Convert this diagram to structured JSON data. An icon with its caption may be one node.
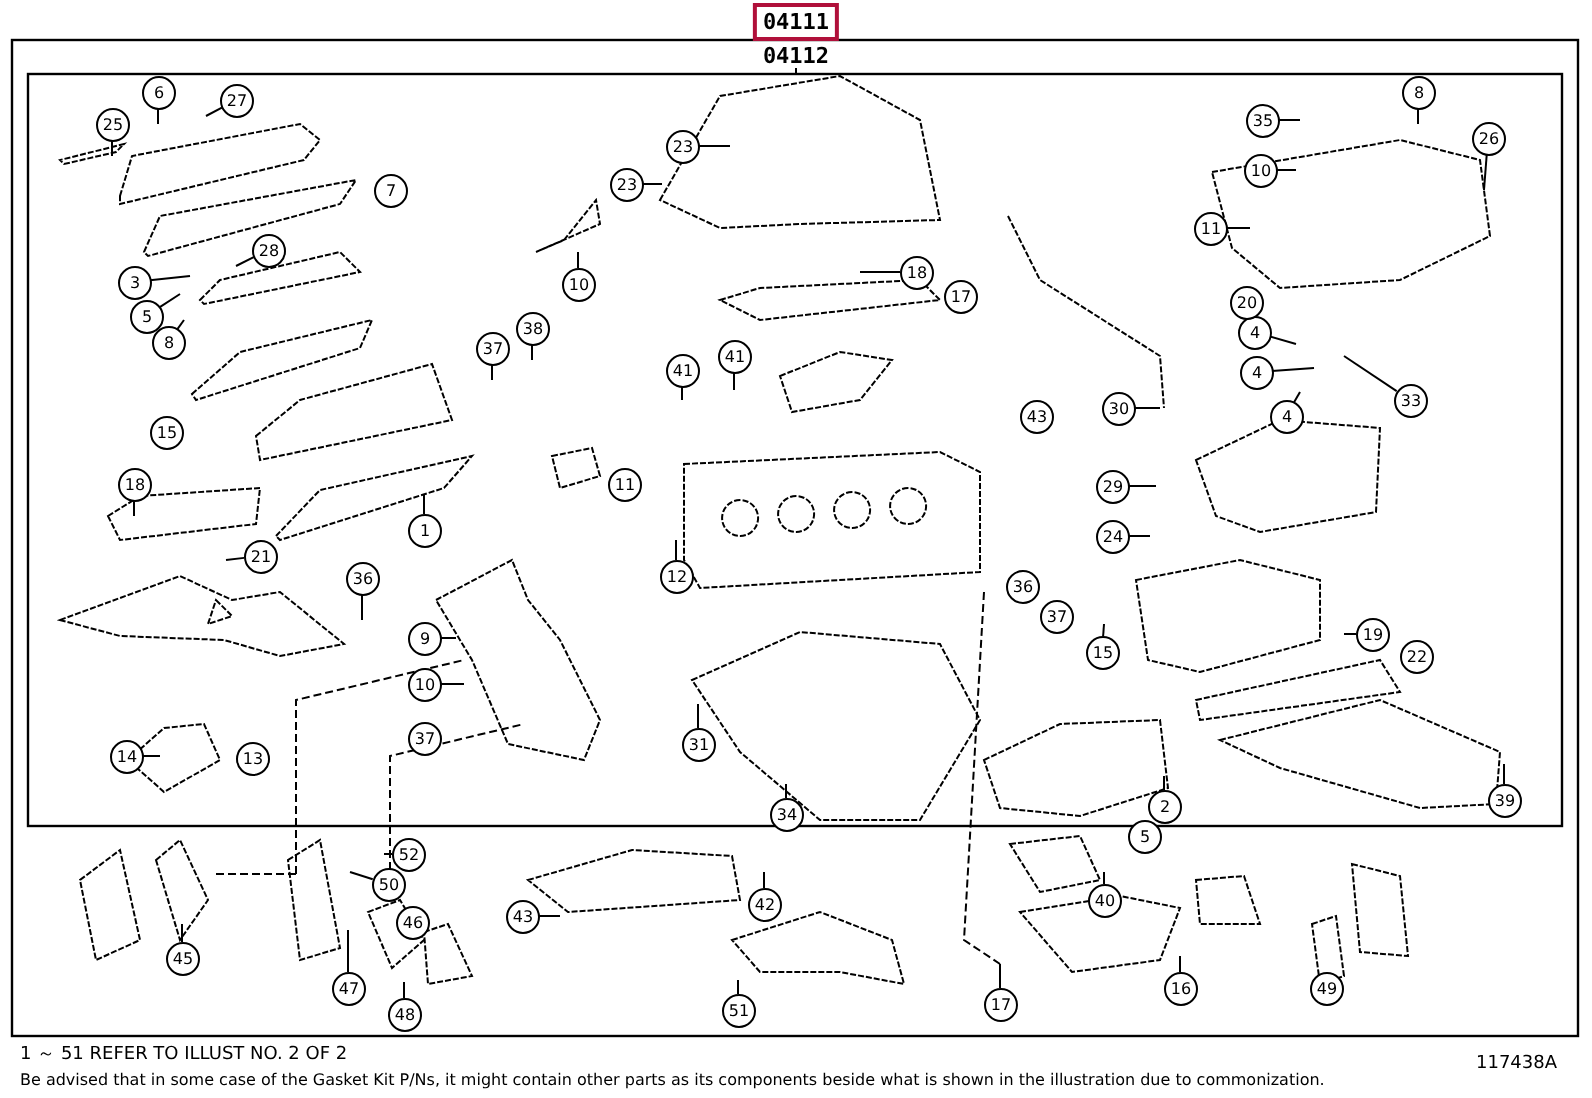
{
  "diagram": {
    "nodes": [
      {
        "text": [
          "25"
        ]
      },
      {
        "text": [
          "6"
        ]
      },
      {
        "text": [
          "27"
        ]
      },
      {
        "text": [
          "23"
        ]
      },
      {
        "text": [
          "23"
        ]
      },
      {
        "text": [
          "35"
        ]
      },
      {
        "text": [
          "8"
        ]
      },
      {
        "text": [
          "26"
        ]
      },
      {
        "text": [
          "10"
        ]
      },
      {
        "text": [
          "3"
        ]
      },
      {
        "text": [
          "28"
        ]
      },
      {
        "text": [
          "5"
        ]
      },
      {
        "text": [
          "8"
        ]
      },
      {
        "text": [
          "10"
        ]
      },
      {
        "text": [
          "11"
        ]
      },
      {
        "text": [
          "18"
        ]
      },
      {
        "text": [
          "4"
        ]
      },
      {
        "text": [
          "37"
        ]
      },
      {
        "text": [
          "38"
        ]
      },
      {
        "text": [
          "41"
        ]
      },
      {
        "text": [
          "41"
        ]
      },
      {
        "text": [
          "4"
        ]
      },
      {
        "text": [
          "33"
        ]
      },
      {
        "text": [
          "30"
        ]
      },
      {
        "text": [
          "4"
        ]
      },
      {
        "text": [
          "18"
        ]
      },
      {
        "text": [
          "29"
        ]
      },
      {
        "text": [
          "1"
        ]
      },
      {
        "text": [
          "24"
        ]
      },
      {
        "text": [
          "21"
        ]
      },
      {
        "text": [
          "12"
        ]
      },
      {
        "text": [
          "36"
        ]
      },
      {
        "text": [
          "9"
        ]
      },
      {
        "text": [
          "19"
        ]
      },
      {
        "text": [
          "15"
        ]
      },
      {
        "text": [
          "10"
        ]
      },
      {
        "text": [
          "31"
        ]
      },
      {
        "text": [
          "14"
        ]
      },
      {
        "text": [
          "2"
        ]
      },
      {
        "text": [
          "39"
        ]
      },
      {
        "text": [
          "34"
        ]
      },
      {
        "text": [
          "52"
        ]
      },
      {
        "text": [
          "50"
        ]
      },
      {
        "text": [
          "40"
        ]
      },
      {
        "text": [
          "42"
        ]
      },
      {
        "text": [
          "43"
        ]
      },
      {
        "text": [
          "45"
        ]
      },
      {
        "text": [
          "47"
        ]
      },
      {
        "text": [
          "16"
        ]
      },
      {
        "text": [
          "17"
        ]
      },
      {
        "text": [
          "48"
        ]
      },
      {
        "text": [
          "51"
        ]
      },
      {
        "text": [
          "7"
        ]
      },
      {
        "text": [
          "17"
        ]
      },
      {
        "text": [
          "20"
        ]
      },
      {
        "text": [
          "43"
        ]
      },
      {
        "text": [
          "15"
        ]
      },
      {
        "text": [
          "11"
        ]
      },
      {
        "text": [
          "36"
        ]
      },
      {
        "text": [
          "37"
        ]
      },
      {
        "text": [
          "22"
        ]
      },
      {
        "text": [
          "37"
        ]
      },
      {
        "text": [
          "13"
        ]
      },
      {
        "text": [
          "5"
        ]
      },
      {
        "text": [
          "46"
        ]
      },
      {
        "text": [
          "49"
        ]
      }
    ],
    "edges": [
      {
        "from": 0,
        "to": null,
        "arrow": "none"
      },
      {
        "from": 1,
        "to": null,
        "arrow": "none"
      },
      {
        "from": 2,
        "to": null,
        "arrow": "none"
      },
      {
        "from": 3,
        "to": null,
        "arrow": "none"
      },
      {
        "from": 4,
        "to": null,
        "arrow": "none"
      },
      {
        "from": 5,
        "to": null,
        "arrow": "none"
      },
      {
        "from": 6,
        "to": null,
        "arrow": "none"
      },
      {
        "from": 7,
        "to": null,
        "arrow": "none"
      },
      {
        "from": 8,
        "to": null,
        "arrow": "none"
      },
      {
        "from": 9,
        "to": null,
        "arrow": "none"
      },
      {
        "from": 10,
        "to": null,
        "arrow": "none"
      },
      {
        "from": 11,
        "to": null,
        "arrow": "none"
      },
      {
        "from": 12,
        "to": null,
        "arrow": "none"
      },
      {
        "from": 13,
        "to": null,
        "arrow": "none"
      },
      {
        "from": 14,
        "to": null,
        "arrow": "none"
      },
      {
        "from": 15,
        "to": null,
        "arrow": "none"
      },
      {
        "from": 16,
        "to": null,
        "arrow": "none"
      },
      {
        "from": 17,
        "to": null,
        "arrow": "none"
      },
      {
        "from": 18,
        "to": null,
        "arrow": "none"
      },
      {
        "from": 19,
        "to": null,
        "arrow": "none"
      },
      {
        "from": 20,
        "to": null,
        "arrow": "none"
      },
      {
        "from": 21,
        "to": null,
        "arrow": "none"
      },
      {
        "from": 22,
        "to": null,
        "arrow": "none"
      },
      {
        "from": 23,
        "to": null,
        "arrow": "none"
      },
      {
        "from": 24,
        "to": null,
        "arrow": "none"
      },
      {
        "from": 25,
        "to": null,
        "arrow": "none"
      },
      {
        "from": 26,
        "to": null,
        "arrow": "none"
      },
      {
        "from": 27,
        "to": null,
        "arrow": "none"
      },
      {
        "from": 28,
        "to": null,
        "arrow": "none"
      },
      {
        "from": 29,
        "to": null,
        "arrow": "none"
      },
      {
        "from": 30,
        "to": null,
        "arrow": "none"
      },
      {
        "from": 31,
        "to": null,
        "arrow": "none"
      },
      {
        "from": 32,
        "to": null,
        "arrow": "none"
      },
      {
        "from": 33,
        "to": null,
        "arrow": "none"
      },
      {
        "from": 34,
        "to": null,
        "arrow": "none"
      },
      {
        "from": 35,
        "to": null,
        "arrow": "none"
      },
      {
        "from": 36,
        "to": null,
        "arrow": "none"
      },
      {
        "from": 37,
        "to": null,
        "arrow": "none"
      },
      {
        "from": 38,
        "to": null,
        "arrow": "none"
      },
      {
        "from": 39,
        "to": null,
        "arrow": "none"
      },
      {
        "from": 40,
        "to": null,
        "arrow": "none"
      },
      {
        "from": 41,
        "to": null,
        "arrow": "none"
      },
      {
        "from": 42,
        "to": null,
        "arrow": "none"
      },
      {
        "from": 43,
        "to": null,
        "arrow": "none"
      },
      {
        "from": 44,
        "to": null,
        "arrow": "none"
      },
      {
        "from": 45,
        "to": null,
        "arrow": "none"
      },
      {
        "from": 46,
        "to": null,
        "arrow": "none"
      },
      {
        "from": 47,
        "to": null,
        "arrow": "none"
      },
      {
        "from": 48,
        "to": null,
        "arrow": "none"
      },
      {
        "from": 49,
        "to": null,
        "arrow": "none"
      },
      {
        "from": 50,
        "to": null,
        "arrow": "none"
      },
      {
        "from": 51,
        "to": null,
        "arrow": "none"
      }
    ],
    "labels": [
      "04111",
      "04112",
      "1 ～ 51 REFER TO ILLUST NO. 2 OF 2",
      "Be advised that in some case of the Gasket Kit P/Ns, it might contain other parts as its components beside what is shown in the illustration due to commonization.",
      "117438A"
    ]
  }
}
